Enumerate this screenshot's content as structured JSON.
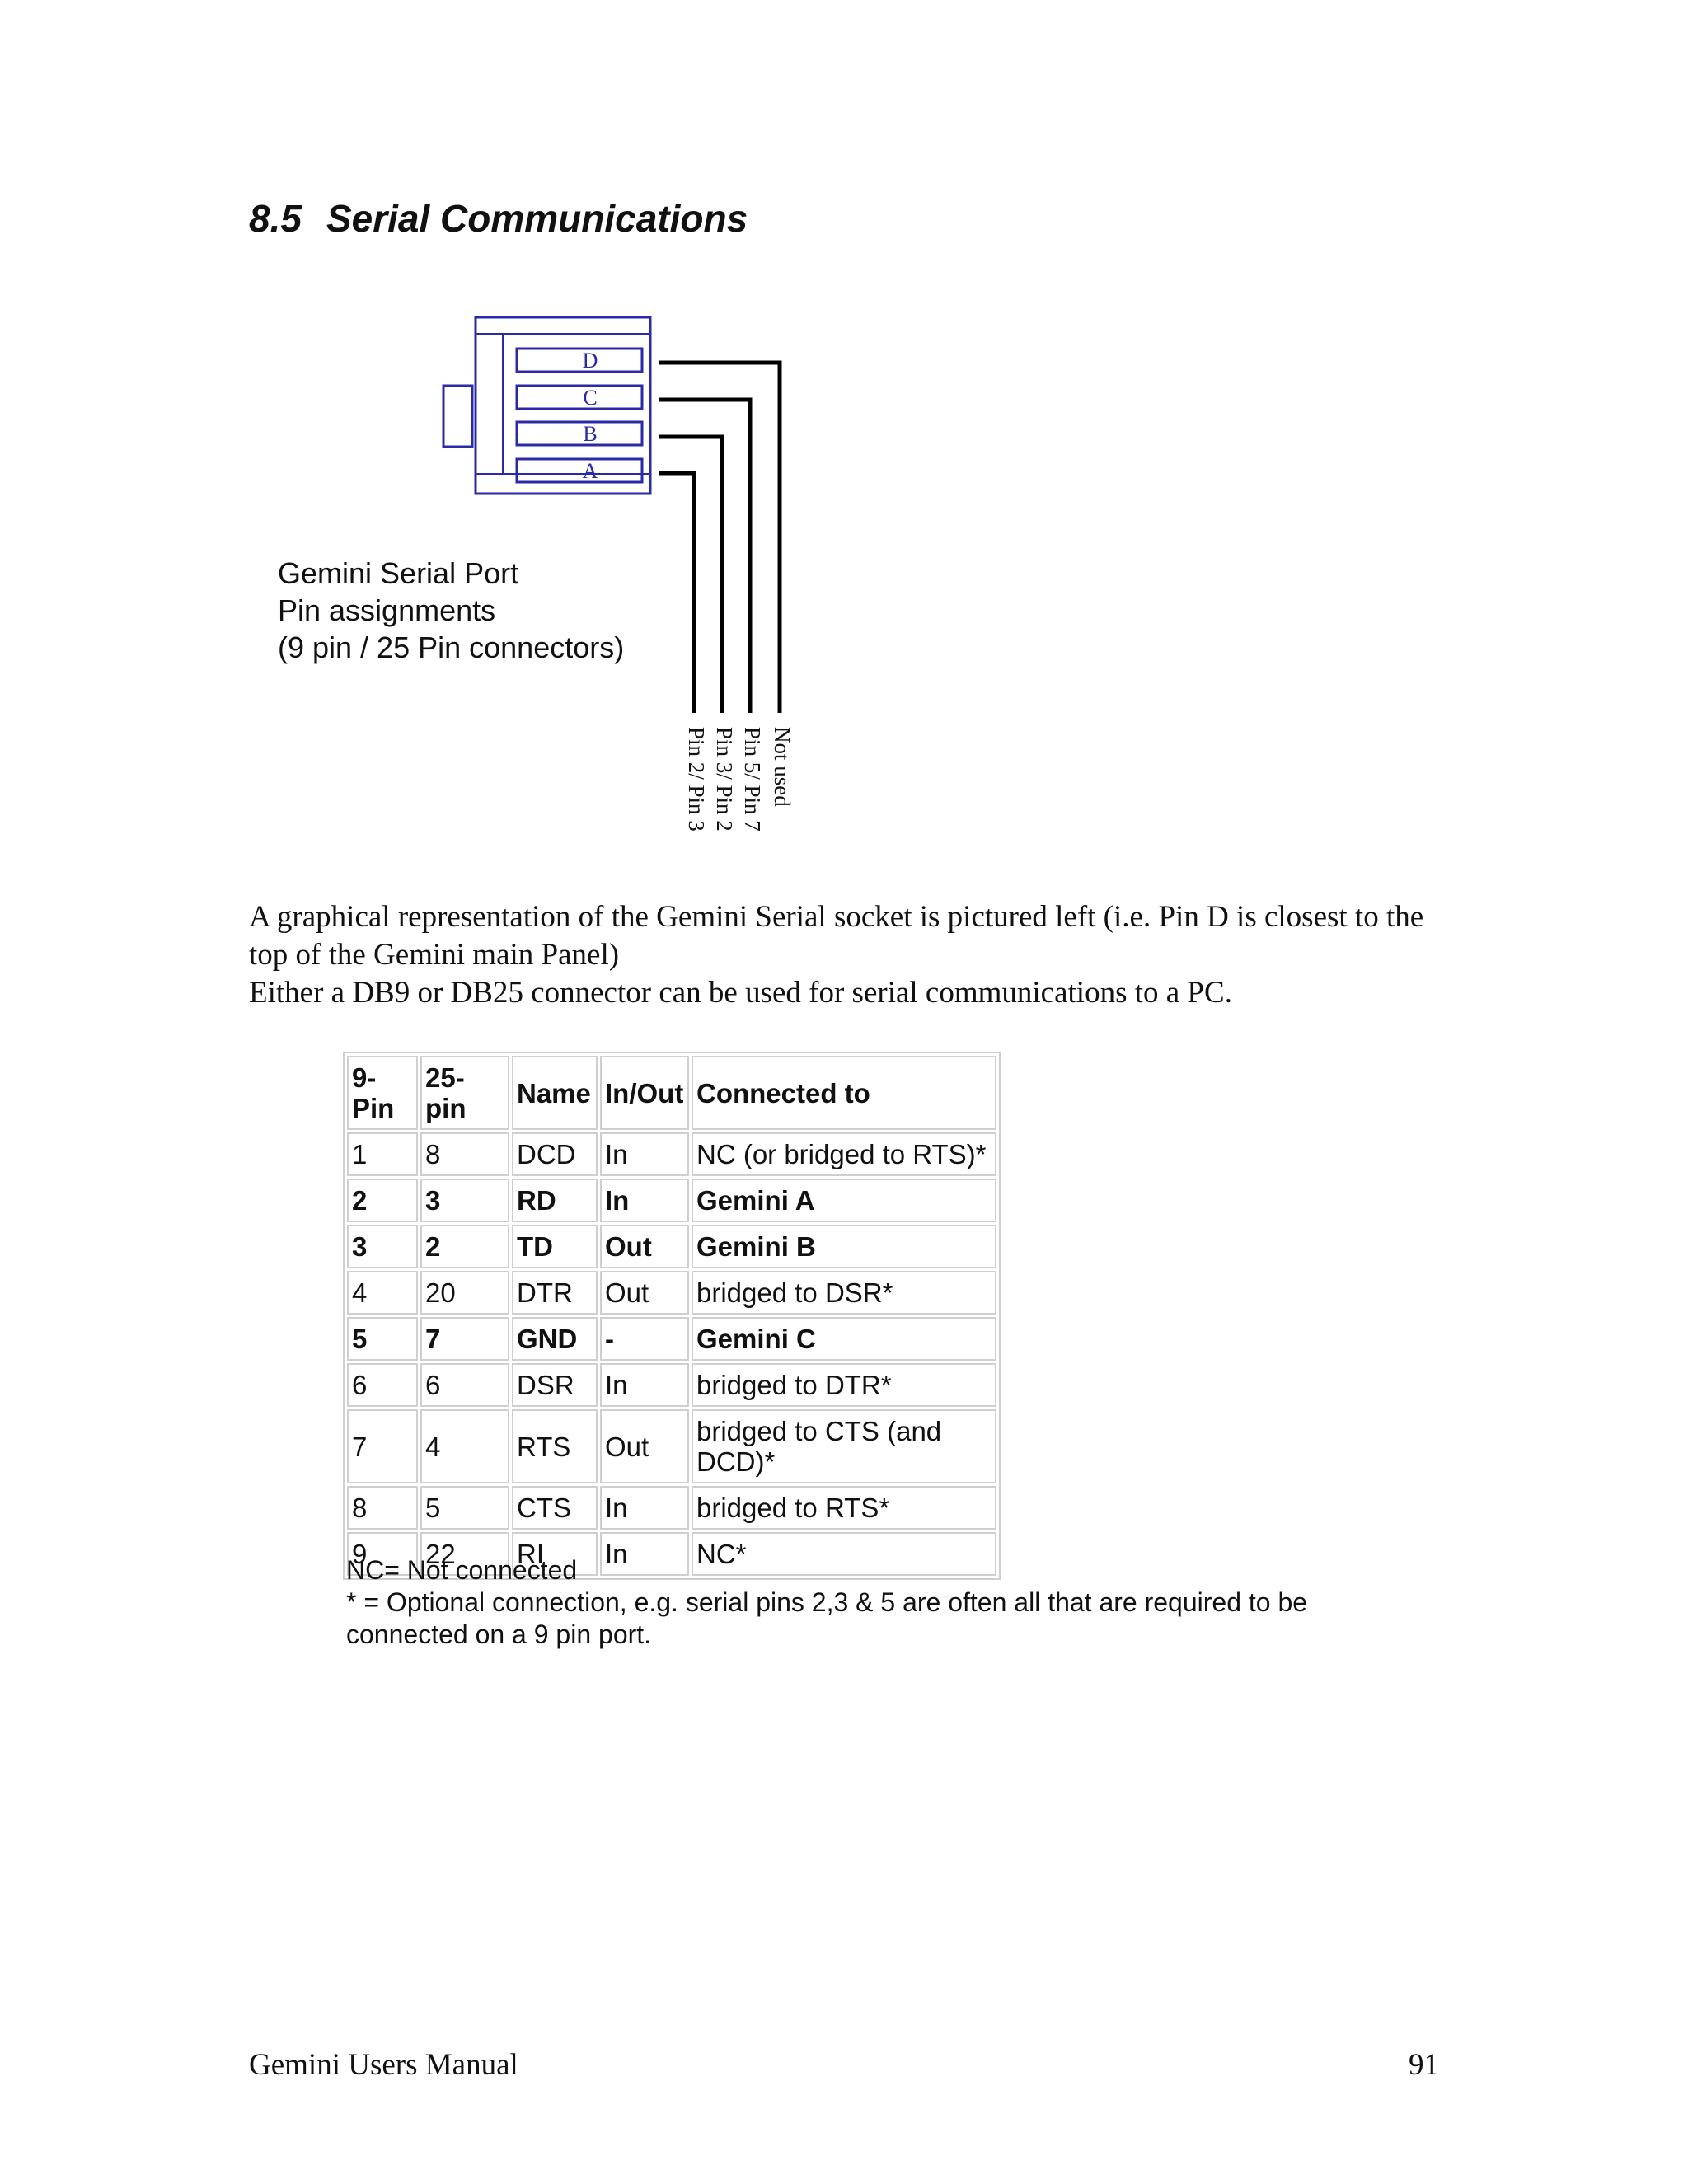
{
  "heading": {
    "number": "8.5",
    "title": "Serial Communications"
  },
  "diagram": {
    "pins": [
      "D",
      "C",
      "B",
      "A"
    ],
    "caption_lines": [
      "Gemini Serial Port",
      "Pin assignments",
      "(9 pin / 25 Pin connectors)"
    ],
    "wire_labels": [
      "Not used",
      "Pin 5/ Pin 7",
      "Pin 3/ Pin 2",
      "Pin 2/ Pin 3"
    ],
    "colors": {
      "connector": "#2a2aa8",
      "wire": "#000000"
    }
  },
  "body": {
    "paragraph1": "A graphical representation of the Gemini Serial socket is pictured left (i.e. Pin D is closest to the top of the Gemini main Panel)",
    "paragraph2": "Either a DB9 or DB25 connector can be used for serial communications to a PC."
  },
  "table": {
    "headers": [
      "9-Pin",
      "25-pin",
      "Name",
      "In/Out",
      "Connected to"
    ],
    "rows": [
      {
        "pin9": "1",
        "pin25": "8",
        "name": "DCD",
        "io": "In",
        "conn": "NC (or bridged to RTS)*"
      },
      {
        "pin9": "2",
        "pin25": "3",
        "name": "RD",
        "io": "In",
        "conn": "Gemini A"
      },
      {
        "pin9": "3",
        "pin25": "2",
        "name": "TD",
        "io": "Out",
        "conn": "Gemini B"
      },
      {
        "pin9": "4",
        "pin25": "20",
        "name": "DTR",
        "io": "Out",
        "conn": "bridged to DSR*"
      },
      {
        "pin9": "5",
        "pin25": "7",
        "name": "GND",
        "io": "-",
        "conn": "Gemini C"
      },
      {
        "pin9": "6",
        "pin25": "6",
        "name": "DSR",
        "io": "In",
        "conn": "bridged to DTR*"
      },
      {
        "pin9": "7",
        "pin25": "4",
        "name": "RTS",
        "io": "Out",
        "conn": "bridged to CTS (and DCD)*"
      },
      {
        "pin9": "8",
        "pin25": "5",
        "name": "CTS",
        "io": "In",
        "conn": "bridged to RTS*"
      },
      {
        "pin9": "9",
        "pin25": "22",
        "name": "RI",
        "io": "In",
        "conn": "NC*"
      }
    ]
  },
  "notes": {
    "nc": "NC= Not connected",
    "optional": "* = Optional connection, e.g. serial pins 2,3 & 5 are often all that are required to be connected on a 9 pin port."
  },
  "footer": {
    "title": "Gemini Users Manual",
    "page": "91"
  }
}
